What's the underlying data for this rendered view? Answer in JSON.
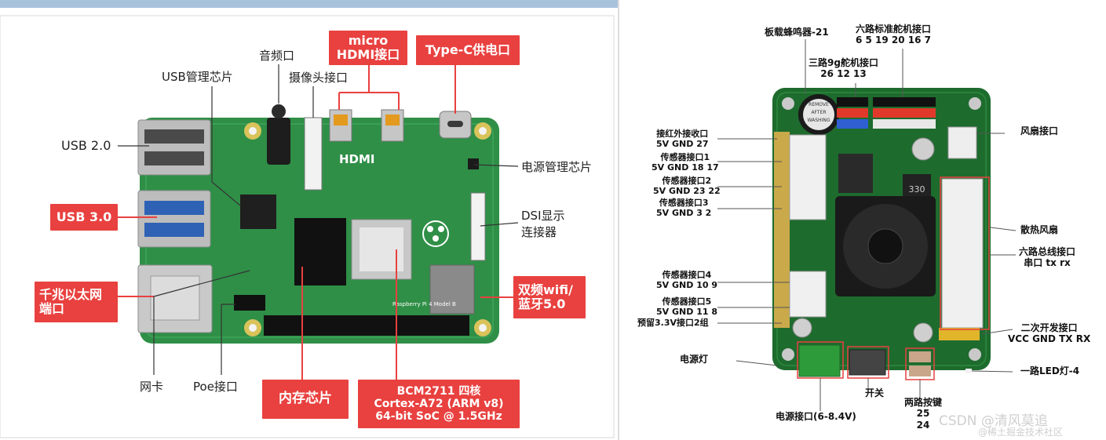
{
  "left_diagram": {
    "red_labels": {
      "micro_hdmi": [
        "micro",
        "HDMI接口"
      ],
      "type_c": "Type-C供电口",
      "usb3": "USB 3.0",
      "gigabit": [
        "千兆以太网",
        "端口"
      ],
      "wifi": [
        "双频wifi/",
        "蓝牙5.0"
      ],
      "memory": "内存芯片",
      "soc": [
        "BCM2711 四核",
        "Cortex-A72 (ARM v8)",
        "64-bit SoC @ 1.5GHz"
      ]
    },
    "plain_labels": {
      "audio": "音频口",
      "camera": "摄像头接口",
      "usb_chip": "USB管理芯片",
      "usb2": "USB 2.0",
      "power_chip": "电源管理芯片",
      "dsi": [
        "DSI显示",
        "连接器"
      ],
      "nic": "网卡",
      "poe": "Poe接口"
    },
    "board_print": {
      "hdmi": "HDMI",
      "raspberry": "Raspberry Pi 4 Model B"
    }
  },
  "right_diagram": {
    "labels": {
      "buzzer": "板载蜂鸣器-21",
      "six_servo": [
        "六路标准舵机接口",
        "6 5 19 20 16 7"
      ],
      "three_servo": [
        "三路9g舵机接口",
        "26 12 13"
      ],
      "fan_port": "风扇接口",
      "ir": [
        "接红外接收口",
        "5V GND 27"
      ],
      "sensor1": [
        "传感器接口1",
        "5V GND 18 17"
      ],
      "sensor2": [
        "传感器接口2",
        "5V GND 23 22"
      ],
      "sensor3": [
        "传感器接口3",
        "5V GND 3 2"
      ],
      "cooling_fan": "散热风扇",
      "six_bus": [
        "六路总线接口",
        "串口 tx rx"
      ],
      "sensor4": [
        "传感器接口4",
        "5V GND 10 9"
      ],
      "sensor5": [
        "传感器接口5",
        "5V GND 11 8"
      ],
      "reserved": "预留3.3V接口2组",
      "secondary": [
        "二次开发接口",
        "VCC GND TX RX"
      ],
      "power_led": "电源灯",
      "switch": "开关",
      "led": "一路LED灯-4",
      "power_in": "电源接口(6-8.4V)",
      "buttons": [
        "两路按键",
        "25",
        "24"
      ]
    },
    "board_print": {
      "buzzer": [
        "REMOVE",
        "AFTER",
        "WASHING"
      ],
      "inductor": "330"
    }
  },
  "watermark": [
    "CSDN @清风莫追",
    "@稀土掘金技术社区"
  ],
  "colors": {
    "accent_red": "#e8413f",
    "pcb_left": "#2f8f47",
    "pcb_right": "#1e6b2e"
  }
}
